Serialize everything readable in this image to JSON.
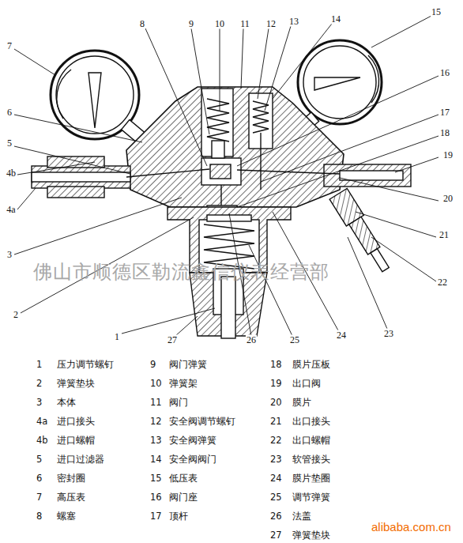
{
  "diagram": {
    "labels": [
      "15",
      "14",
      "13",
      "12",
      "11",
      "10",
      "9",
      "8",
      "7",
      "16",
      "6",
      "17",
      "5",
      "18",
      "4b",
      "19",
      "4a",
      "20",
      "21",
      "22",
      "3",
      "2",
      "1",
      "27",
      "26",
      "25",
      "24",
      "23",
      "佛山市顺德区勒流鑫信仪表经营部",
      "1",
      "压力调节螺钉",
      "2",
      "弹簧垫块",
      "3",
      "本体",
      "4a",
      "进口接头",
      "4b",
      "进口螺帽",
      "5",
      "进口过滤器",
      "6",
      "密封圈",
      "7",
      "高压表",
      "8",
      "螺塞",
      "9",
      "阀门弹簧",
      "10",
      "弹簧架",
      "11",
      "阀门",
      "12",
      "安全阀调节螺钉",
      "13",
      "安全阀弹簧",
      "14",
      "安全阀阀门",
      "15",
      "低压表",
      "16",
      "阀门座",
      "17",
      "顶杆",
      "18",
      "膜片压板",
      "19",
      "出口阀",
      "20",
      "膜片",
      "21",
      "出口接头",
      "22",
      "出口螺帽",
      "23",
      "软管接头",
      "24",
      "膜片垫圈",
      "25",
      "调节弹簧",
      "26",
      "法盖",
      "27",
      "弹簧垫块",
      "alibaba.com.cn"
    ]
  }
}
